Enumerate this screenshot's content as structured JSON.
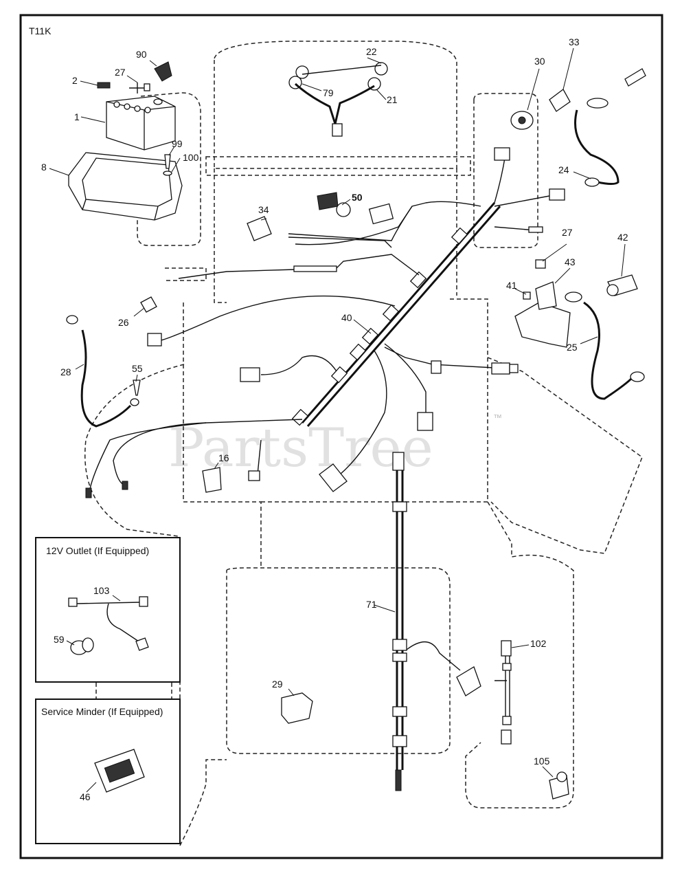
{
  "diagram_code": "T11K",
  "watermark": "PartsTree",
  "watermark_tm": "™",
  "inset_boxes": {
    "outlet_title": "12V Outlet (If Equipped)",
    "service_title": "Service Minder (If Equipped)"
  },
  "labels": {
    "p1": "1",
    "p2": "2",
    "p8": "8",
    "p16": "16",
    "p21": "21",
    "p22": "22",
    "p24": "24",
    "p25": "25",
    "p26": "26",
    "p27a": "27",
    "p27b": "27",
    "p28": "28",
    "p29": "29",
    "p30": "30",
    "p33": "33",
    "p34": "34",
    "p40": "40",
    "p41": "41",
    "p42": "42",
    "p43": "43",
    "p46": "46",
    "p50": "50",
    "p55": "55",
    "p59": "59",
    "p71": "71",
    "p79": "79",
    "p90": "90",
    "p99": "99",
    "p100": "100",
    "p102": "102",
    "p103": "103",
    "p105": "105"
  }
}
